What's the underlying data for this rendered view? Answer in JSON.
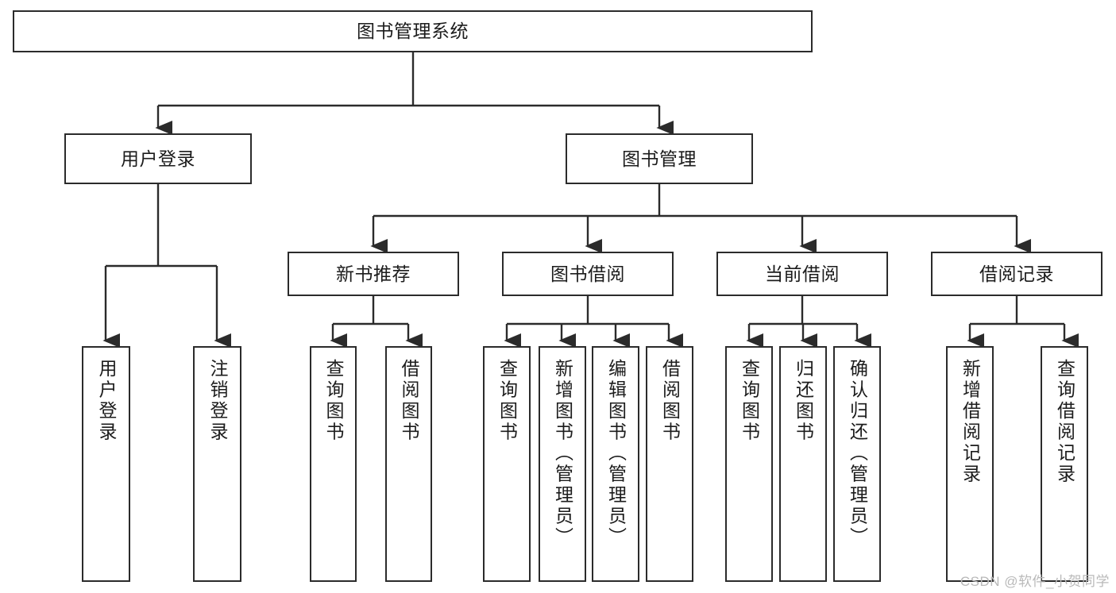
{
  "diagram": {
    "title": "图书管理系统",
    "watermark": "CSDN @软件_小贺同学",
    "style": {
      "stroke": "#2b2b2b",
      "fill": "#ffffff",
      "text": "#1c1c1c",
      "watermark_color": "#b9b9b9"
    },
    "nodes": {
      "root": "图书管理系统",
      "level2": [
        "用户登录",
        "图书管理"
      ],
      "level3": [
        "新书推荐",
        "图书借阅",
        "当前借阅",
        "借阅记录"
      ],
      "leaves": {
        "user_login": [
          "用户登录",
          "注销登录"
        ],
        "new_book_recommend": [
          "查询图书",
          "借阅图书"
        ],
        "book_borrow": [
          "查询图书",
          "新增图书（管理员）",
          "编辑图书（管理员）",
          "借阅图书"
        ],
        "current_borrow": [
          "查询图书",
          "归还图书",
          "确认归还（管理员）"
        ],
        "borrow_record": [
          "新增借阅记录",
          "查询借阅记录"
        ]
      }
    },
    "edges": [
      {
        "from": "图书管理系统",
        "to": "用户登录"
      },
      {
        "from": "图书管理系统",
        "to": "图书管理"
      },
      {
        "from": "用户登录",
        "to": "用户登录"
      },
      {
        "from": "用户登录",
        "to": "注销登录"
      },
      {
        "from": "图书管理",
        "to": "新书推荐"
      },
      {
        "from": "图书管理",
        "to": "图书借阅"
      },
      {
        "from": "图书管理",
        "to": "当前借阅"
      },
      {
        "from": "图书管理",
        "to": "借阅记录"
      },
      {
        "from": "新书推荐",
        "to": "查询图书"
      },
      {
        "from": "新书推荐",
        "to": "借阅图书"
      },
      {
        "from": "图书借阅",
        "to": "查询图书"
      },
      {
        "from": "图书借阅",
        "to": "新增图书（管理员）"
      },
      {
        "from": "图书借阅",
        "to": "编辑图书（管理员）"
      },
      {
        "from": "图书借阅",
        "to": "借阅图书"
      },
      {
        "from": "当前借阅",
        "to": "查询图书"
      },
      {
        "from": "当前借阅",
        "to": "归还图书"
      },
      {
        "from": "当前借阅",
        "to": "确认归还（管理员）"
      },
      {
        "from": "借阅记录",
        "to": "新增借阅记录"
      },
      {
        "from": "借阅记录",
        "to": "查询借阅记录"
      }
    ]
  }
}
